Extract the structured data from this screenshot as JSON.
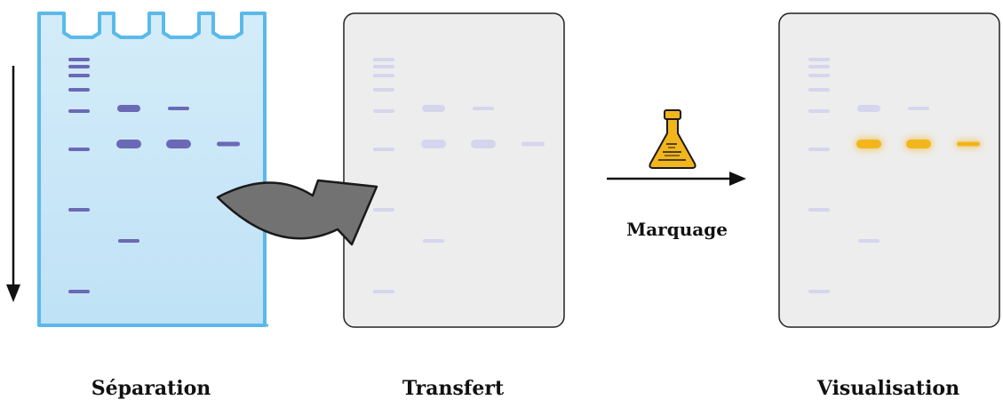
{
  "stages": {
    "separation": "Séparation",
    "transfer": "Transfert",
    "visualization": "Visualisation"
  },
  "step_label": "Marquage",
  "icons": {
    "migration": "down-arrow-icon",
    "transfer": "curved-arrow-icon",
    "reagent": "flask-icon",
    "step": "right-arrow-icon"
  },
  "colors": {
    "gel_fill": "#c6e5f6",
    "gel_border": "#5bb9ea",
    "band_gel": "#6b69b5",
    "band_faint": "#d6d5ee",
    "membrane_fill": "#ededed",
    "membrane_border": "#222222",
    "signal": "#f2b51b",
    "arrow_gray": "#6f6f6f"
  }
}
